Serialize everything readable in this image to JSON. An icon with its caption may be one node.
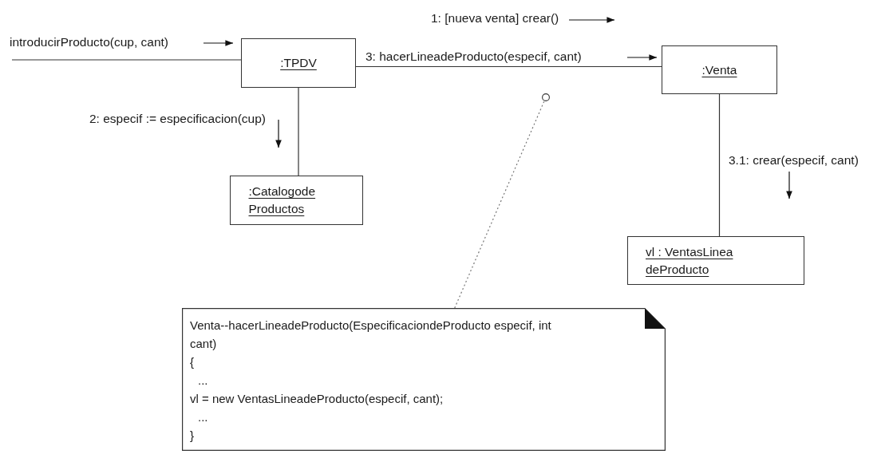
{
  "diagram": {
    "nodes": [
      {
        "text": [
          ":TPDV"
        ]
      },
      {
        "text": [
          ":Venta"
        ]
      },
      {
        "text": [
          ":Catalogode Productos"
        ]
      },
      {
        "text": [
          "vl : VentasLinea deProducto"
        ]
      },
      {
        "text": [
          "Venta--hacerLineadeProducto(EspecificaciondeProducto especif, int cant)",
          "{",
          "...",
          "vl = new VentasLineadeProducto(especif, cant);",
          "...",
          "}"
        ]
      },
      {
        "text": [],
        "shape": "circle"
      }
    ],
    "edges": [
      {
        "from": null,
        "to": 0,
        "arrow": "none",
        "label": "introducirProducto(cup, cant)"
      },
      {
        "from": 0,
        "to": 1,
        "arrow": "none",
        "label": "3: hacerLineadeProducto(especif, cant)"
      },
      {
        "from": 0,
        "to": 2,
        "arrow": "none",
        "label": "2: especif := especificacion(cup)"
      },
      {
        "from": 1,
        "to": 3,
        "arrow": "none",
        "label": "3.1: crear(especif, cant)"
      },
      {
        "from": 4,
        "to": 5,
        "arrow": "none",
        "style": "dashed"
      }
    ],
    "labels": [
      "1: [nueva venta] crear()"
    ]
  }
}
